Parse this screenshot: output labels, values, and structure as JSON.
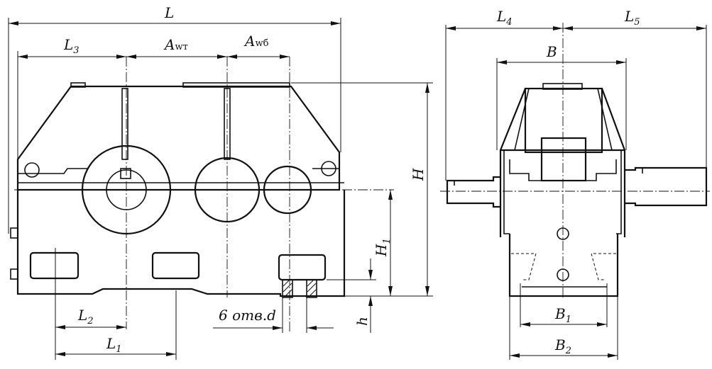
{
  "labels": {
    "L": "L",
    "L3": "L",
    "L3_sub": "3",
    "Awt": "A",
    "Awt_sub": "wт",
    "Awb": "A",
    "Awb_sub": "wб",
    "L4": "L",
    "L4_sub": "4",
    "L5": "L",
    "L5_sub": "5",
    "B": "B",
    "H": "H",
    "H1": "H",
    "H1_sub": "1",
    "h": "h",
    "L2": "L",
    "L2_sub": "2",
    "L1": "L",
    "L1_sub": "1",
    "holes": "6 отв.d",
    "B1": "B",
    "B1_sub": "1",
    "B2": "B",
    "B2_sub": "2"
  }
}
